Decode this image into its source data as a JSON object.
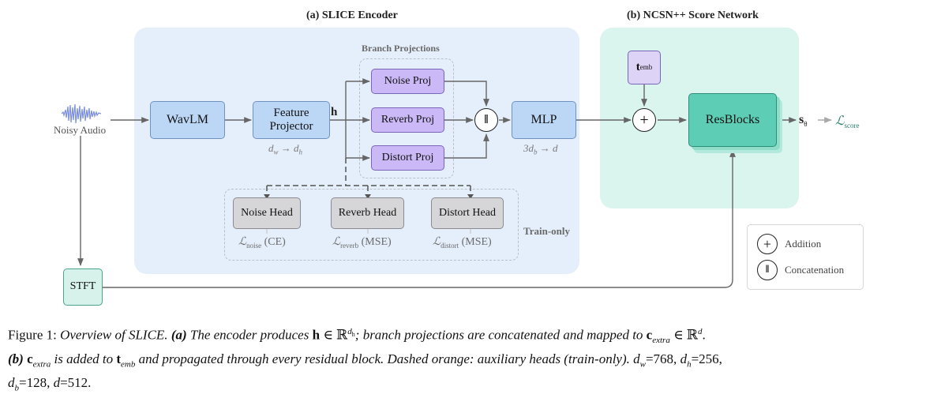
{
  "panels": {
    "encoder_title": "(a) SLICE Encoder",
    "score_title": "(b) NCSN++ Score Network"
  },
  "input": {
    "label": "Noisy Audio"
  },
  "encoder": {
    "wavlm": "WavLM",
    "feature_projector_line1": "Feature",
    "feature_projector_line2": "Projector",
    "projector_note_a": "d",
    "projector_note_a_sub": "w",
    "projector_note_arrow": " → ",
    "projector_note_b": "d",
    "projector_note_b_sub": "h",
    "h_label": "h",
    "branch_group_label": "Branch Projections",
    "noise_proj": "Noise Proj",
    "reverb_proj": "Reverb Proj",
    "distort_proj": "Distort Proj",
    "concat_symbol": "‖",
    "mlp": "MLP",
    "mlp_note_a": "3d",
    "mlp_note_a_sub": "b",
    "mlp_note_arrow": " → ",
    "mlp_note_b": "d",
    "heads": {
      "noise": "Noise Head",
      "reverb": "Reverb Head",
      "distort": "Distort Head",
      "train_only": "Train-only",
      "loss_symbol": "ℒ",
      "noise_loss_sub": "noise",
      "noise_loss_type": " (CE)",
      "reverb_loss_sub": "reverb",
      "reverb_loss_type": " (MSE)",
      "distort_loss_sub": "distort",
      "distort_loss_type": " (MSE)"
    }
  },
  "score": {
    "temb": "t",
    "temb_sub": "emb",
    "add_symbol": "+",
    "resblocks": "ResBlocks",
    "output": "s",
    "output_sub": "θ",
    "loss": "ℒ",
    "loss_sub": "score"
  },
  "stft": "STFT",
  "legend": {
    "add_symbol": "+",
    "add_label": "Addition",
    "concat_symbol": "‖",
    "concat_label": "Concatenation"
  },
  "caption": {
    "prefix": "Figure 1: ",
    "title": "Overview of SLICE.",
    "a_tag": "(a)",
    "a_text1": "The encoder produces ",
    "a_text2": "; branch projections are concatenated and mapped to ",
    "period": ".",
    "b_tag": "(b)",
    "b_text1": " is added to ",
    "b_text2": " and propagated through every residual block. Dashed orange: auxiliary heads (train-only). ",
    "h_sym": "h",
    "in_sym": " ∈ ℝ",
    "dh_sup": "d",
    "dh_sup_sub": "h",
    "c_sym": "c",
    "c_sub": "extra",
    "d_sup": "d",
    "t_sym": "t",
    "t_sub": "emb",
    "dims1": "d",
    "dims1_sub": "w",
    "dims1_val": "=768, ",
    "dims2": "d",
    "dims2_sub": "h",
    "dims2_val": "=256,",
    "dims3": "d",
    "dims3_sub": "b",
    "dims3_val": "=128, ",
    "dims4": "d",
    "dims4_val": "=512."
  },
  "colors": {
    "encoder_panel": "#e5eefb",
    "score_panel": "#daf4ee",
    "blue_box": "#bcd6f6",
    "purple_box": "#cab8f7",
    "gray_box": "#d6d6d8",
    "resblock": "#5dcdb5",
    "stft": "#d6f2ea",
    "waveform": "#7c8fe0"
  },
  "icons": [
    "waveform-icon",
    "addition-icon",
    "concatenation-icon"
  ]
}
